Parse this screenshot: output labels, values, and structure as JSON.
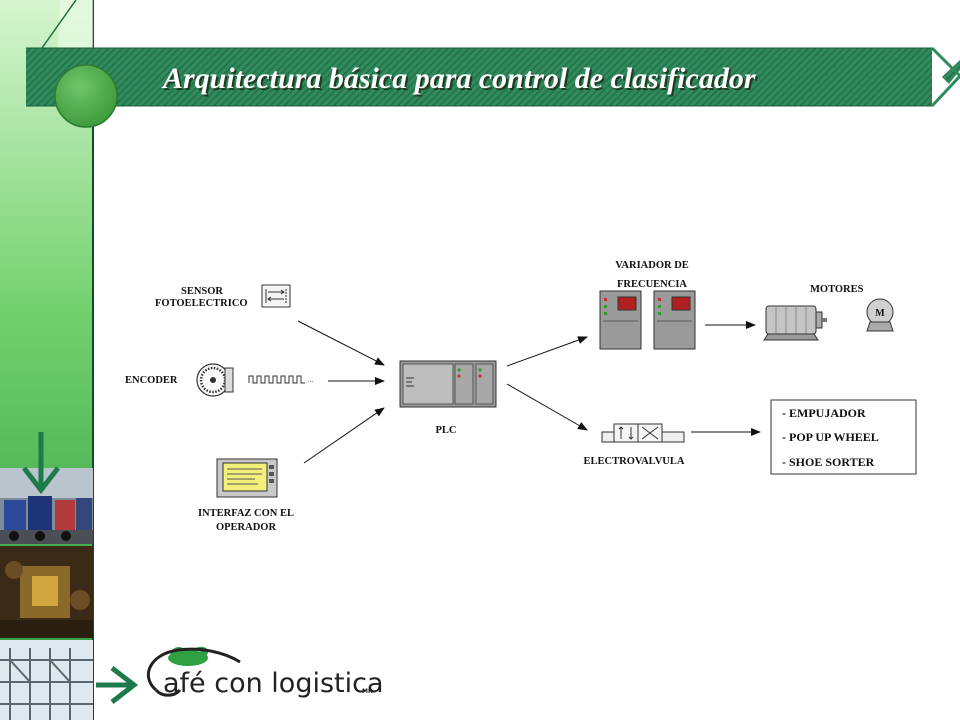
{
  "slide": {
    "title": "Arquitectura básica para control de clasificador",
    "colors": {
      "green_band": "#2e8b57",
      "dark_green": "#1e6b3f",
      "sidebar_top": "#c8f0c0",
      "sidebar_bottom": "#2e9a48",
      "circle": "#4ca94a"
    }
  },
  "diagram": {
    "sensor_label_1": "SENSOR",
    "sensor_label_2": "FOTOELECTRICO",
    "encoder_label": "ENCODER",
    "interface_label_1": "INTERFAZ CON EL",
    "interface_label_2": "OPERADOR",
    "plc_label": "PLC",
    "vfd_label_1": "VARIADOR DE",
    "vfd_label_2": "FRECUENCIA",
    "motors_label": "MOTORES",
    "motor_symbol": "M",
    "valve_label": "ELECTROVALVULA",
    "outputs": [
      "- EMPUJADOR",
      "- POP UP WHEEL",
      "- SHOE SORTER"
    ]
  },
  "logo": {
    "text": "afé con logistica",
    "mark": "MR",
    "icon": "coffee-cup-logo-icon"
  }
}
